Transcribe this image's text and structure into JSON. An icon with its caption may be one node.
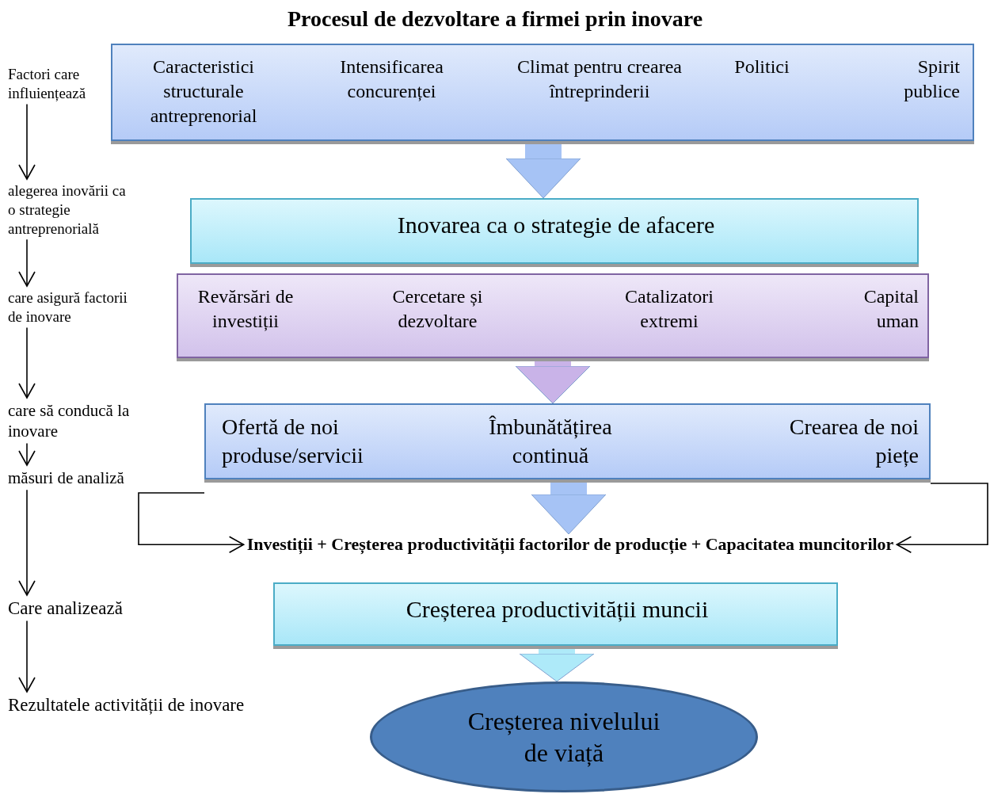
{
  "diagram": {
    "title": "Procesul de dezvoltare a firmei prin inovare",
    "nodes": [
      {
        "text": [
          "Factori care influiențează"
        ]
      },
      {
        "text": [
          "alegerea inovării ca o strategie antreprenorială"
        ]
      },
      {
        "text": [
          "care asigură factorii de inovare"
        ]
      },
      {
        "text": [
          "care să conducă la inovare"
        ]
      },
      {
        "text": [
          "măsuri de analiză"
        ]
      },
      {
        "text": [
          "Care analizează"
        ]
      },
      {
        "text": [
          "Rezultatele activității de inovare"
        ]
      },
      {
        "text": [
          "Caracteristici structurale antreprenorial",
          "Intensificarea concurenței",
          "Climat pentru crearea întreprinderii",
          "Politici",
          "Spirit publice"
        ]
      },
      {
        "text": [
          "Inovarea ca o strategie de afacere"
        ]
      },
      {
        "text": [
          "Revărsări de investiții",
          "Cercetare și dezvoltare",
          "Catalizatori extremi",
          "Capital uman"
        ]
      },
      {
        "text": [
          "Ofertă de noi produse/servicii",
          "Îmbunătățirea continuă",
          "Crearea de noi piețe"
        ]
      },
      {
        "text": [
          "Investiții + Creșterea productivității factorilor de producție + Capacitatea muncitorilor"
        ]
      },
      {
        "text": [
          "Creșterea productivității muncii"
        ]
      },
      {
        "text": [
          "Creșterea nivelului de viață"
        ]
      }
    ],
    "edges": [
      {
        "from": 0,
        "to": 1,
        "arrow": "to"
      },
      {
        "from": 1,
        "to": 2,
        "arrow": "to"
      },
      {
        "from": 2,
        "to": 3,
        "arrow": "to"
      },
      {
        "from": 3,
        "to": 4,
        "arrow": "to"
      },
      {
        "from": 4,
        "to": 5,
        "arrow": "to"
      },
      {
        "from": 5,
        "to": 6,
        "arrow": "to"
      },
      {
        "from": 7,
        "to": 8,
        "arrow": "to",
        "style": "thick",
        "color": "#a6c3f5"
      },
      {
        "from": 9,
        "to": 10,
        "arrow": "to",
        "style": "thick",
        "color": "#c9b3e8"
      },
      {
        "from": 10,
        "to": 11,
        "arrow": "to",
        "style": "thick",
        "color": "#a6c3f5"
      },
      {
        "from": 10,
        "to": 11,
        "arrow": "to"
      },
      {
        "from": 10,
        "to": 11,
        "arrow": "to"
      },
      {
        "from": 12,
        "to": 13,
        "arrow": "to",
        "style": "thick",
        "color": "#aeeaf9"
      }
    ]
  }
}
